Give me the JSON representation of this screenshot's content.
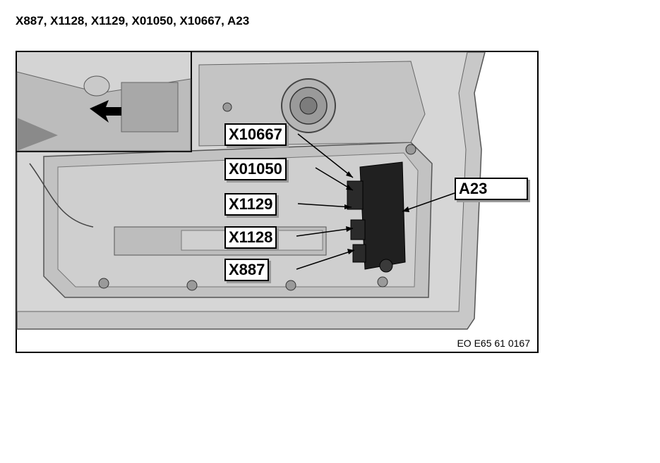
{
  "header": {
    "title": "X887, X1128, X1129, X01050, X10667, A23"
  },
  "figure": {
    "callouts": {
      "x10667": "X10667",
      "x01050": "X01050",
      "x1129": "X1129",
      "x1128": "X1128",
      "x887": "X887",
      "a23": "A23"
    },
    "figure_id": "EO E65 61 0167"
  }
}
